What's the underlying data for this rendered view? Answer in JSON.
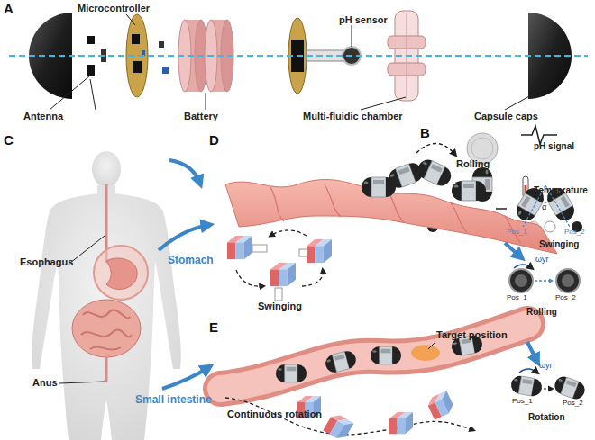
{
  "diagram": {
    "labels": [
      "A",
      "Microcontroller",
      "pH sensor",
      "Antenna",
      "Battery",
      "Multi-fluidic chamber",
      "Capsule caps",
      "B",
      "pH signal",
      "Temperature",
      "C",
      "Esophagus",
      "Stomach",
      "Anus",
      "Small intestine",
      "D",
      "Rolling",
      "Swinging",
      "α",
      "Pos_1",
      "Pos_2",
      "Swinging",
      "ωyr",
      "Pos_1",
      "Pos_2",
      "Rolling",
      "E",
      "Target position",
      "Continuous rotation",
      "ωyr",
      "Pos_1",
      "Pos_2",
      "Rotation"
    ]
  }
}
